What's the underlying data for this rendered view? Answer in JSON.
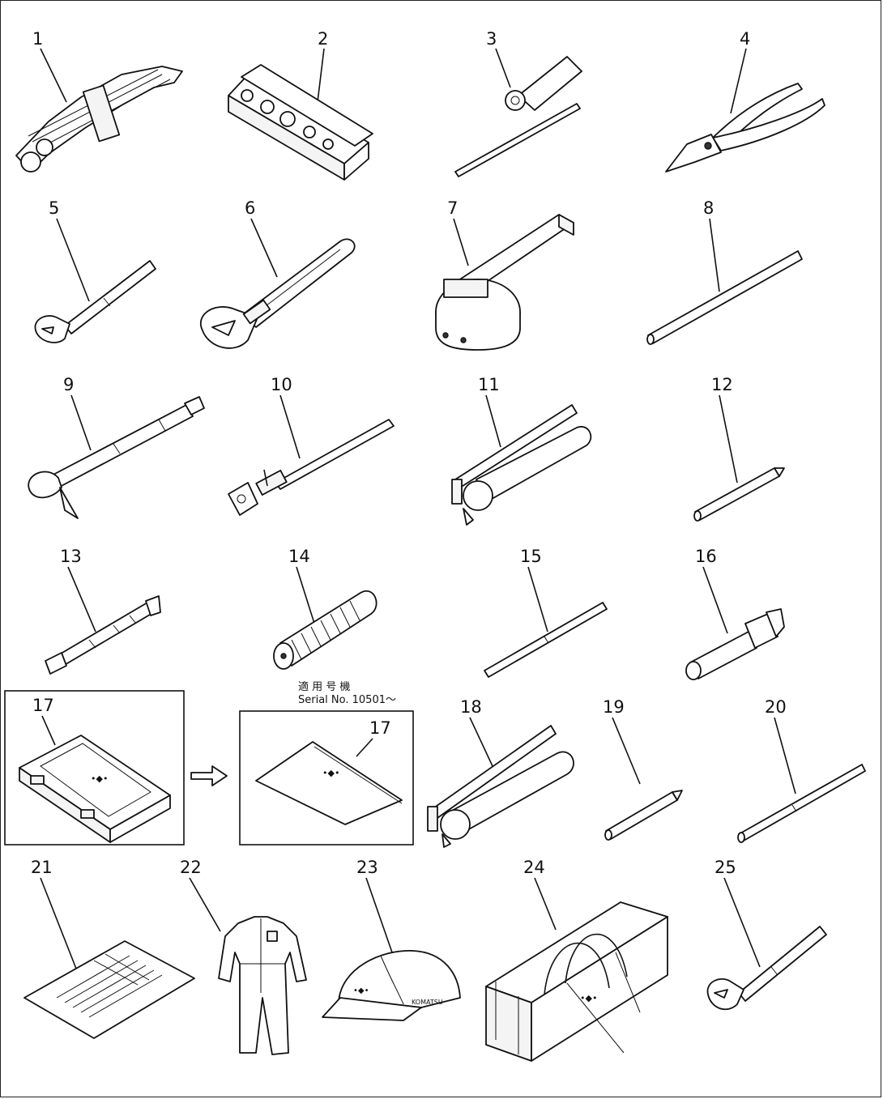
{
  "items": [
    {
      "no": "1",
      "name": "wrench-set"
    },
    {
      "no": "2",
      "name": "socket-set-case"
    },
    {
      "no": "3",
      "name": "screwdriver"
    },
    {
      "no": "4",
      "name": "pliers"
    },
    {
      "no": "5",
      "name": "box-wrench"
    },
    {
      "no": "6",
      "name": "adjustable-wrench"
    },
    {
      "no": "7",
      "name": "filter-wrench"
    },
    {
      "no": "8",
      "name": "bar"
    },
    {
      "no": "9",
      "name": "tire-gauge"
    },
    {
      "no": "10",
      "name": "extension-bar"
    },
    {
      "no": "11",
      "name": "grease-gun"
    },
    {
      "no": "12",
      "name": "pin"
    },
    {
      "no": "13",
      "name": "grease-hose"
    },
    {
      "no": "14",
      "name": "grease-cartridge"
    },
    {
      "no": "15",
      "name": "rod"
    },
    {
      "no": "16",
      "name": "nozzle"
    },
    {
      "no": "17",
      "name": "tool-case"
    },
    {
      "no": "17",
      "name": "tool-pouch"
    },
    {
      "no": "18",
      "name": "grease-gun"
    },
    {
      "no": "19",
      "name": "pin"
    },
    {
      "no": "20",
      "name": "bar"
    },
    {
      "no": "21",
      "name": "manual"
    },
    {
      "no": "22",
      "name": "coveralls"
    },
    {
      "no": "23",
      "name": "cap"
    },
    {
      "no": "24",
      "name": "tool-bag"
    },
    {
      "no": "25",
      "name": "wrench"
    }
  ],
  "note": {
    "line1": "適 用 号 機",
    "line2": "Serial No. 10501～"
  },
  "cap_text": "KOMATSU",
  "colors": {
    "ink": "#111111",
    "paper": "#ffffff"
  }
}
